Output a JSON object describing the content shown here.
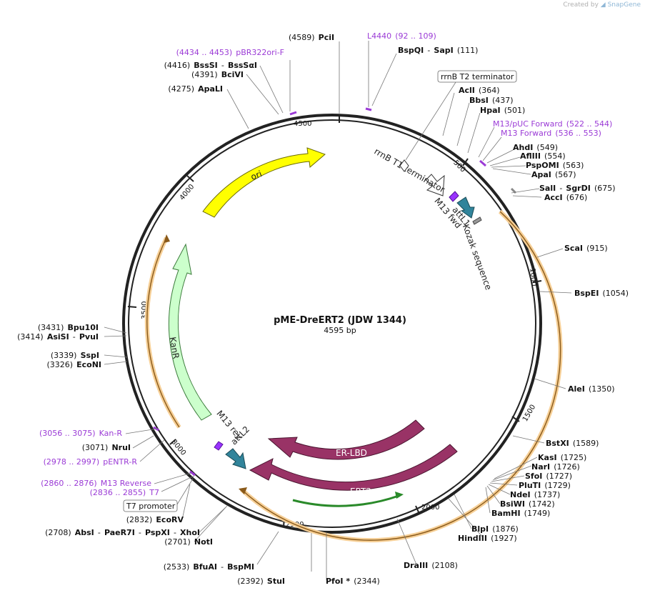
{
  "credit": {
    "prefix": "Created by",
    "brand": "SnapGene"
  },
  "plasmid": {
    "name": "pME-DreERT2 (JDW 1344)",
    "length_label": "4595 bp",
    "length": 4595
  },
  "ruler_ticks": [
    "500",
    "1000",
    "1500",
    "2000",
    "2500",
    "3000",
    "3500",
    "4000",
    "4500"
  ],
  "sites": {
    "pcii": {
      "pos": "(4589)",
      "name": "PciI"
    },
    "bspqi": {
      "name": "BspQI",
      "sep": "-",
      "name2": "SapI",
      "pos": "(111)"
    },
    "acli": {
      "name": "AclI",
      "pos": "(364)"
    },
    "bbsi": {
      "name": "BbsI",
      "pos": "(437)"
    },
    "hpai": {
      "name": "HpaI",
      "pos": "(501)"
    },
    "ahdi": {
      "name": "AhdI",
      "pos": "(549)"
    },
    "afliii": {
      "name": "AflIII",
      "pos": "(554)"
    },
    "pspomi": {
      "name": "PspOMI",
      "pos": "(563)"
    },
    "apai": {
      "name": "ApaI",
      "pos": "(567)"
    },
    "sali": {
      "name": "SalI",
      "sep": "-",
      "name2": "SgrDI",
      "pos": "(675)"
    },
    "acci": {
      "name": "AccI",
      "pos": "(676)"
    },
    "scai": {
      "name": "ScaI",
      "pos": "(915)"
    },
    "bspei": {
      "name": "BspEI",
      "pos": "(1054)"
    },
    "alei": {
      "name": "AleI",
      "pos": "(1350)"
    },
    "bstxi": {
      "name": "BstXI",
      "pos": "(1589)"
    },
    "kasi": {
      "name": "KasI",
      "pos": "(1725)"
    },
    "nari": {
      "name": "NarI",
      "pos": "(1726)"
    },
    "sfoi": {
      "name": "SfoI",
      "pos": "(1727)"
    },
    "pluti": {
      "name": "PluTI",
      "pos": "(1729)"
    },
    "ndei": {
      "name": "NdeI",
      "pos": "(1737)"
    },
    "bsiwi": {
      "name": "BsiWI",
      "pos": "(1742)"
    },
    "bamhi": {
      "name": "BamHI",
      "pos": "(1749)"
    },
    "blpi": {
      "name": "BlpI",
      "pos": "(1876)"
    },
    "hindiii": {
      "name": "HindIII",
      "pos": "(1927)"
    },
    "draiii": {
      "name": "DraIII",
      "pos": "(2108)"
    },
    "pfoi": {
      "name": "PfoI *",
      "pos": "(2344)"
    },
    "stui": {
      "pos": "(2392)",
      "name": "StuI"
    },
    "bfuai": {
      "pos": "(2533)",
      "name": "BfuAI",
      "sep": "-",
      "name2": "BspMI"
    },
    "noti": {
      "pos": "(2701)",
      "name": "NotI"
    },
    "absi": {
      "pos": "(2708)",
      "name": "AbsI",
      "n2": "PaeR7I",
      "n3": "PspXI",
      "n4": "XhoI",
      "sep": "-"
    },
    "ecorv": {
      "pos": "(2832)",
      "name": "EcoRV"
    },
    "nrui": {
      "pos": "(3071)",
      "name": "NruI"
    },
    "econi": {
      "pos": "(3326)",
      "name": "EcoNI"
    },
    "sspi": {
      "pos": "(3339)",
      "name": "SspI"
    },
    "asisi": {
      "pos": "(3414)",
      "name": "AsiSI",
      "sep": "-",
      "name2": "PvuI"
    },
    "bpu10i": {
      "pos": "(3431)",
      "name": "Bpu10I"
    },
    "apali": {
      "pos": "(4275)",
      "name": "ApaLI"
    },
    "bcivi": {
      "pos": "(4391)",
      "name": "BciVI"
    },
    "bsssi": {
      "pos": "(4416)",
      "name": "BssSI",
      "sep": "-",
      "name2": "BssSαI"
    }
  },
  "primers": {
    "l4440": {
      "name": "L4440",
      "range": "(92 .. 109)"
    },
    "m13puc": {
      "name": "M13/pUC Forward",
      "range": "(522 .. 544)"
    },
    "m13fwd": {
      "name": "M13 Forward",
      "range": "(536 .. 553)"
    },
    "kanr": {
      "range": "(3056 .. 3075)",
      "name": "Kan-R"
    },
    "pentr": {
      "range": "(2978 .. 2997)",
      "name": "pENTR-R"
    },
    "m13rev": {
      "range": "(2860 .. 2876)",
      "name": "M13 Reverse"
    },
    "t7": {
      "range": "(2836 .. 2855)",
      "name": "T7"
    },
    "pbr": {
      "range": "(4434 .. 4453)",
      "name": "pBR322ori-F"
    }
  },
  "boxed_labels": {
    "rrnb_t2": "rrnB T2 terminator",
    "t7_promoter": "T7 promoter"
  },
  "features": {
    "ori": "ori",
    "kanr": "KanR",
    "er_lbd": "ER-LBD",
    "ert2": "ERT2",
    "attl1": "attL1",
    "attl2": "attL2",
    "m13_fwd": "M13 fwd",
    "m13_rev": "M13 rev",
    "rrnb_t1": "rrnB T1 terminator",
    "kozak": "Kozak sequence"
  },
  "colors": {
    "backbone": "#222222",
    "ori": "#ffff00",
    "kanr": "#ccffcc",
    "ert2": "#993366",
    "attl": "#31849b",
    "m13_feature": "#9933ff",
    "primer": "#9b3bd6",
    "orf": "#f7c98a"
  }
}
